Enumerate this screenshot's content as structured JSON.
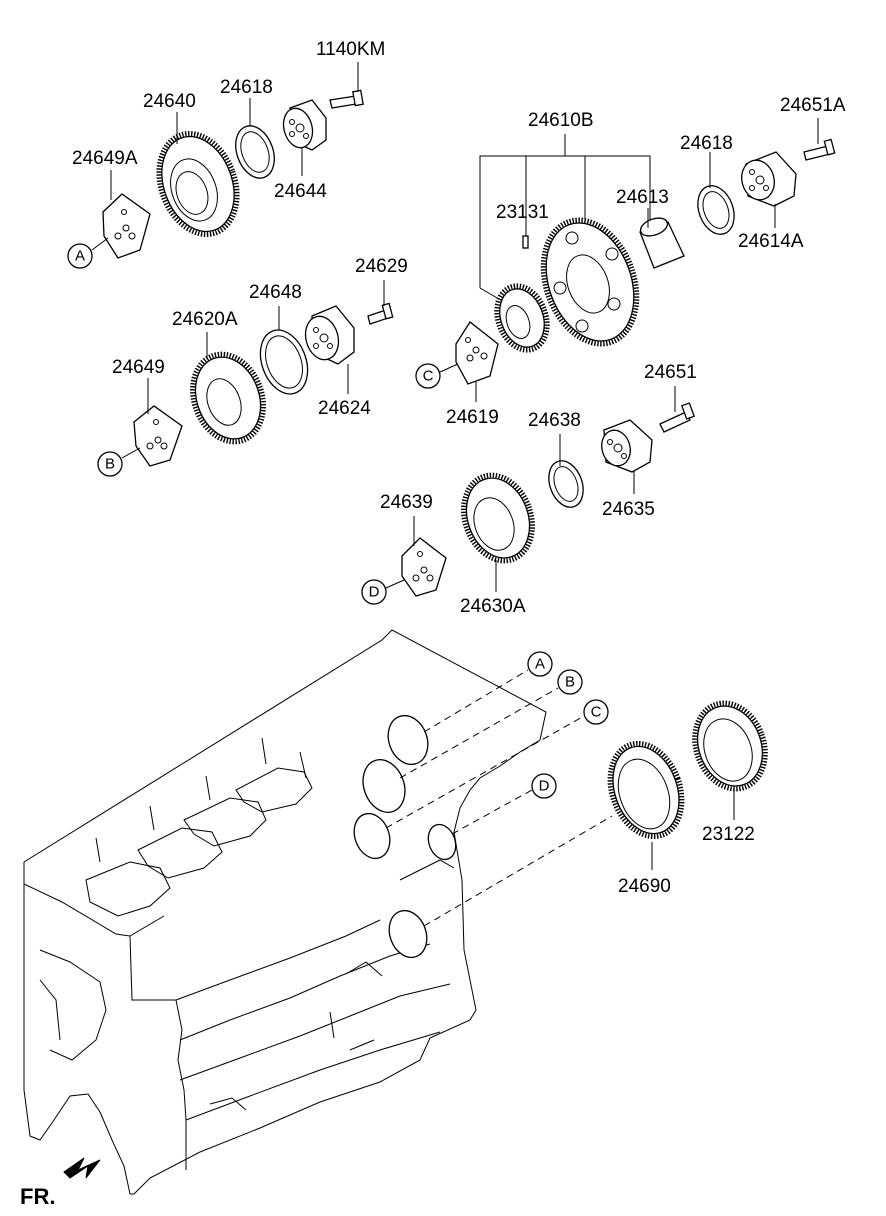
{
  "parts": {
    "p1140KM": "1140KM",
    "p24640": "24640",
    "p24618_top": "24618",
    "p24649A": "24649A",
    "p24644": "24644",
    "p24610B": "24610B",
    "p24618_right": "24618",
    "p24651A": "24651A",
    "p24613": "24613",
    "p23131": "23131",
    "p24614A": "24614A",
    "p24629": "24629",
    "p24648": "24648",
    "p24620A": "24620A",
    "p24649": "24649",
    "p24624": "24624",
    "p24619": "24619",
    "p24651": "24651",
    "p24638": "24638",
    "p24635": "24635",
    "p24639": "24639",
    "p24630A": "24630A",
    "p23122": "23122",
    "p24690": "24690"
  },
  "refs": {
    "a1": "A",
    "b1": "B",
    "c1": "C",
    "d1": "D",
    "a2": "A",
    "b2": "B",
    "c2": "C",
    "d2": "D"
  },
  "direction": {
    "label": "FR."
  }
}
